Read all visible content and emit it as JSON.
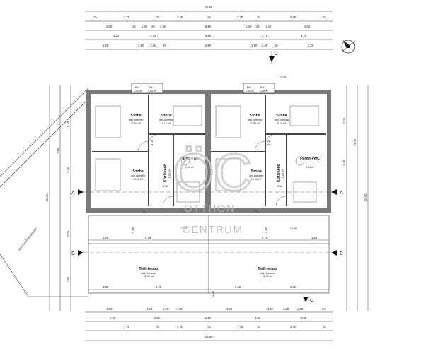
{
  "dimensions": {
    "top_total": "15.60",
    "top_row1": [
      "15",
      "3.70",
      "15",
      "3.40",
      "15",
      "3.70",
      "15",
      "3.40",
      "15"
    ],
    "top_row2": [
      "2.55",
      "15",
      "1.30",
      "40",
      "1.30",
      "4.50",
      "1.30",
      "40",
      "1.30",
      "2.55"
    ],
    "top_row3": [
      "3.20",
      "1.70",
      "5.60",
      "1.70",
      "3.20"
    ],
    "top_row4": [
      "2.25",
      "1.50",
      "1.50",
      "25",
      "3.90",
      "1.50",
      "1.50",
      "25",
      "2.25"
    ],
    "bottom_row1": [
      "3.90",
      "1.50",
      "1.20",
      "1.00",
      "3.60",
      "1.50",
      "1.20",
      "1.00",
      "90"
    ],
    "bottom_row2": [
      "2.85",
      "1.30",
      "1.70",
      "1.30",
      "2.85"
    ],
    "bottom_row3": [
      "3.70",
      "15",
      "3.40",
      "15",
      "3.70",
      "15",
      "3.40",
      "15"
    ],
    "bottom_total": "15.60",
    "left_vertical": [
      "7.80",
      "15.60",
      "3.05",
      "2.85",
      "3.40",
      "3.40"
    ],
    "right_vertical": [
      "15.80",
      "2.40",
      "2.40",
      "3.40"
    ],
    "inner": [
      "1.30",
      "1.30",
      "2.80",
      "2.80",
      "1.65",
      "5.75",
      "5.75",
      "1.65",
      "1.85",
      "4.25",
      "4.25",
      "2.95",
      "1.30",
      "70",
      "70",
      "25",
      "90",
      "60",
      "210",
      "210",
      "90",
      "2.10",
      "100",
      "210",
      "60"
    ]
  },
  "rooms": [
    {
      "name": "Szoba",
      "floor": "lam.parketta",
      "area": "12,58 m²"
    },
    {
      "name": "Szoba",
      "floor": "lam.parketta",
      "area": "8,10 m²"
    },
    {
      "name": "Szoba",
      "floor": "lam.parketta",
      "area": "13,68 m²"
    },
    {
      "name": "Fürdő +WC",
      "floor": "",
      "area": "5,84 m²"
    },
    {
      "name": "Közlekedő",
      "floor": "",
      "area": "5,84 m²"
    },
    {
      "name": "Szoba",
      "floor": "lam.parketta",
      "area": "12,58 m²"
    },
    {
      "name": "Szoba",
      "floor": "lam.parketta",
      "area": "8,10 m²"
    },
    {
      "name": "Szoba",
      "floor": "lam.parketta",
      "area": "13,68 m²"
    },
    {
      "name": "Fürdő +WC",
      "floor": "",
      "area": "5,84 m²"
    },
    {
      "name": "Közlekedő",
      "floor": "",
      "area": "5,84 m²"
    }
  ],
  "terraces": [
    {
      "name": "Tető-terasz",
      "floor": "mész kerámia",
      "area": "28,00 m²"
    },
    {
      "name": "Tető-terasz",
      "floor": "mész kerámia",
      "area": "28,00 m²"
    }
  ],
  "small_labels": [
    "Erk.",
    "Erk.",
    "Erk.",
    "Erk.",
    "1,00 m²",
    "1,00 m²",
    "1,00 m²",
    "1,00 m²"
  ],
  "levels": [
    "+3.38",
    "+3.38",
    "+3.38",
    "+3.38",
    "+3.38",
    "+3.38",
    "+3.38"
  ],
  "section_marks": [
    "A",
    "A",
    "B",
    "B",
    "C",
    "C"
  ],
  "neighbor_label": "B(3.4 jelű) lakóépület",
  "watermark": {
    "letters": "ÖC",
    "line1": "OTTHON",
    "line2": "CENTRUM"
  },
  "colors": {
    "wall": "#7a7a7a",
    "line": "#222222",
    "watermark": "#b7b7b7"
  }
}
